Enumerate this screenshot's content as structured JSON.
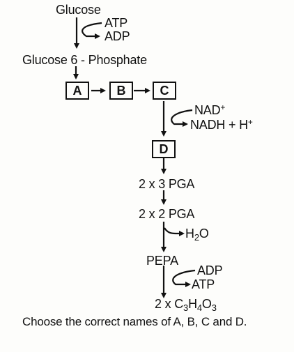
{
  "diagram": {
    "steps": {
      "glucose": "Glucose",
      "glucose6p": "Glucose 6 - Phosphate",
      "pga3": "2 x 3 PGA",
      "pga2": "2 x 2 PGA",
      "pepa": "PEPA",
      "final_prefix": "2 x ",
      "final_c": "C",
      "final_c_sub": "3",
      "final_h": "H",
      "final_h_sub": "4",
      "final_o": "O",
      "final_o_sub": "3"
    },
    "boxes": {
      "a": "A",
      "b": "B",
      "c": "C",
      "d": "D"
    },
    "side_inputs": {
      "atp_in": "ATP",
      "adp_out": "ADP",
      "nad_in": "NAD",
      "nad_in_sup": "+",
      "nadh_out": "NADH + H",
      "nadh_out_sup": "+",
      "water_out_h": "H",
      "water_out_sub": "2",
      "water_out_o": "O",
      "adp_in": "ADP",
      "atp_out": "ATP"
    }
  },
  "question": "Choose the correct names of A, B, C and D.",
  "colors": {
    "ink": "#111111",
    "paper": "#fdfdfb"
  }
}
